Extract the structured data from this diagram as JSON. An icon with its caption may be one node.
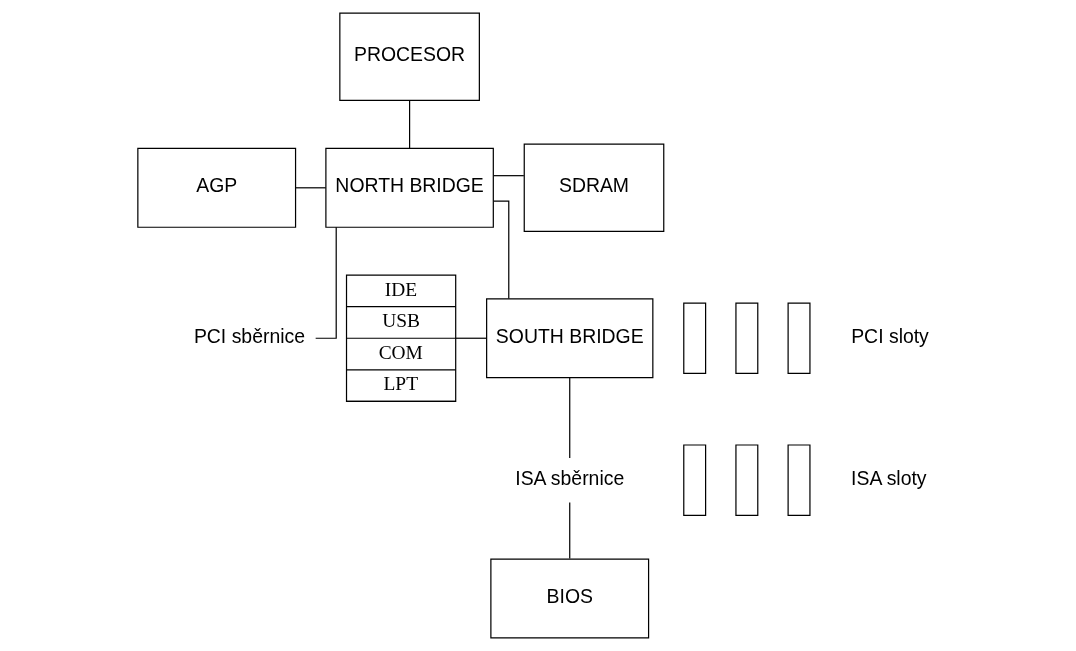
{
  "diagram": {
    "nodes": [
      {
        "text": [
          "PROCESOR"
        ]
      },
      {
        "text": [
          "AGP"
        ]
      },
      {
        "text": [
          "NORTH BRIDGE"
        ]
      },
      {
        "text": [
          "SDRAM"
        ]
      },
      {
        "text": [
          "IDE",
          "USB",
          "COM",
          "LPT"
        ]
      },
      {
        "text": [
          "SOUTH BRIDGE"
        ]
      },
      {
        "text": [
          "PCI sběrnice"
        ]
      },
      {
        "text": [],
        "shape": "bar"
      },
      {
        "text": [],
        "shape": "bar"
      },
      {
        "text": [],
        "shape": "bar"
      },
      {
        "text": [
          "ISA sběrnice"
        ]
      },
      {
        "text": [],
        "shape": "bar"
      },
      {
        "text": [],
        "shape": "bar"
      },
      {
        "text": [],
        "shape": "bar"
      },
      {
        "text": [
          "BIOS"
        ]
      }
    ],
    "edges": [
      {
        "from": 0,
        "to": 2,
        "arrow": "none"
      },
      {
        "from": 1,
        "to": 2,
        "arrow": "none"
      },
      {
        "from": 2,
        "to": 3,
        "arrow": "none"
      },
      {
        "from": 2,
        "to": 6,
        "arrow": "none"
      },
      {
        "from": 2,
        "to": 5,
        "arrow": "none"
      },
      {
        "from": 4,
        "to": 5,
        "arrow": "none"
      },
      {
        "from": 5,
        "to": 10,
        "arrow": "none"
      },
      {
        "from": 10,
        "to": 14,
        "arrow": "none"
      }
    ],
    "labels": [
      "PCI sloty",
      "ISA sloty"
    ]
  }
}
